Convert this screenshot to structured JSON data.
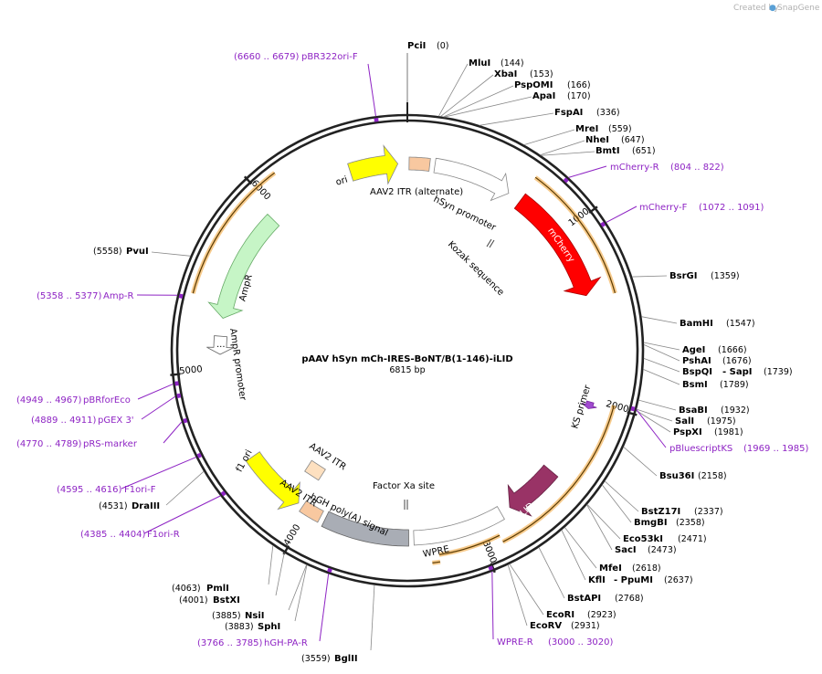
{
  "header": {
    "created_by": "Created by",
    "brand": "SnapGene"
  },
  "plasmid": {
    "name": "pAAV hSyn mCh-IRES-BoNT/B(1-146)-iLID",
    "size": "6815 bp",
    "length": 6815
  },
  "sites": [
    {
      "name": "PciI",
      "pos": "(0)"
    },
    {
      "name": "MluI",
      "pos": "(144)"
    },
    {
      "name": "XbaI",
      "pos": "(153)"
    },
    {
      "name": "PspOMI",
      "pos": "(166)"
    },
    {
      "name": "ApaI",
      "pos": "(170)"
    },
    {
      "name": "FspAI",
      "pos": "(336)"
    },
    {
      "name": "MreI",
      "pos": "(559)"
    },
    {
      "name": "NheI",
      "pos": "(647)"
    },
    {
      "name": "BmtI",
      "pos": "(651)"
    },
    {
      "name": "BsrGI",
      "pos": "(1359)"
    },
    {
      "name": "BamHI",
      "pos": "(1547)"
    },
    {
      "name": "AgeI",
      "pos": "(1666)"
    },
    {
      "name": "PshAI",
      "pos": "(1676)"
    },
    {
      "name": "BspQI",
      "pos": "- SapI",
      "extra": "(1739)"
    },
    {
      "name": "BsmI",
      "pos": "(1789)"
    },
    {
      "name": "BsaBI",
      "pos": "(1932)"
    },
    {
      "name": "SalI",
      "pos": "(1975)"
    },
    {
      "name": "PspXI",
      "pos": "(1981)"
    },
    {
      "name": "Bsu36I",
      "pos": "(2158)"
    },
    {
      "name": "BstZ17I",
      "pos": "(2337)"
    },
    {
      "name": "BmgBI",
      "pos": "(2358)"
    },
    {
      "name": "Eco53kI",
      "pos": "(2471)"
    },
    {
      "name": "SacI",
      "pos": "(2473)"
    },
    {
      "name": "MfeI",
      "pos": "(2618)"
    },
    {
      "name": "KflI",
      "pos": "- PpuMI",
      "extra": "(2637)"
    },
    {
      "name": "BstAPI",
      "pos": "(2768)"
    },
    {
      "name": "EcoRI",
      "pos": "(2923)"
    },
    {
      "name": "EcoRV",
      "pos": "(2931)"
    },
    {
      "name": "BglII",
      "pos": "(3559)"
    },
    {
      "name": "SphI",
      "pos": "(3883)"
    },
    {
      "name": "NsiI",
      "pos": "(3885)"
    },
    {
      "name": "BstXI",
      "pos": "(4001)"
    },
    {
      "name": "PmlI",
      "pos": "(4063)"
    },
    {
      "name": "DraIII",
      "pos": "(4531)"
    },
    {
      "name": "PvuI",
      "pos": "(5558)"
    }
  ],
  "primers": [
    {
      "range": "(6660 .. 6679)",
      "name": "pBR322ori-F"
    },
    {
      "range": "(804 .. 822)",
      "name": "mCherry-R"
    },
    {
      "range": "(1072 .. 1091)",
      "name": "mCherry-F"
    },
    {
      "range": "(1969 .. 1985)",
      "name": "pBluescriptKS"
    },
    {
      "range": "(3000 .. 3020)",
      "name": "WPRE-R"
    },
    {
      "range": "(3766 .. 3785)",
      "name": "hGH-PA-R"
    },
    {
      "range": "(4385 .. 4404)",
      "name": "F1ori-R"
    },
    {
      "range": "(4595 .. 4616)",
      "name": "F1ori-F"
    },
    {
      "range": "(4770 .. 4789)",
      "name": "pRS-marker"
    },
    {
      "range": "(4889 .. 4911)",
      "name": "pGEX 3'"
    },
    {
      "range": "(4949 .. 4967)",
      "name": "pBRforEco"
    },
    {
      "range": "(5358 .. 5377)",
      "name": "Amp-R"
    }
  ],
  "features": [
    {
      "name": "ori",
      "color": "#ffff00"
    },
    {
      "name": "AAV2 ITR (alternate)",
      "color": "#f8c8a0"
    },
    {
      "name": "hSyn promoter",
      "color": "#ffffff"
    },
    {
      "name": "mCherry",
      "color": "#ff0000"
    },
    {
      "name": "Kozak sequence",
      "color": "#ffffff"
    },
    {
      "name": "KS primer",
      "color": "#a04ad0"
    },
    {
      "name": "iLID",
      "color": "#993366"
    },
    {
      "name": "WPRE",
      "color": "#ffffff"
    },
    {
      "name": "Factor Xa site",
      "color": "#ffffff"
    },
    {
      "name": "hGH poly(A) signal",
      "color": "#a9adb5"
    },
    {
      "name": "AAV2 ITR",
      "color": "#f8c8a0"
    },
    {
      "name": "AAV2 ITR",
      "color": "#fde0c0"
    },
    {
      "name": "f1 ori",
      "color": "#ffff00"
    },
    {
      "name": "AmpR",
      "color": "#c6f5c6"
    },
    {
      "name": "AmpR promoter",
      "color": "#ffffff"
    }
  ],
  "ticks": [
    "1000",
    "2000",
    "3000",
    "4000",
    "5000",
    "6000"
  ],
  "colors": {
    "primer": "#8e24c4",
    "orf_outline": "#f0a030",
    "ring": "#222222"
  }
}
